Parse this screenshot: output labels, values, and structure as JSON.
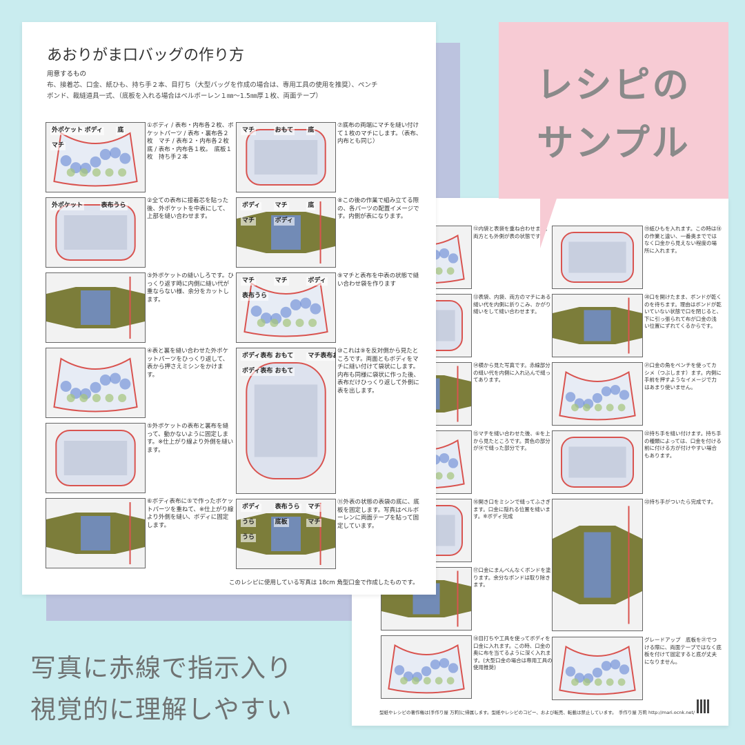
{
  "front": {
    "title": "あおりがま口バッグの作り方",
    "materials_heading": "用意するもの",
    "materials_line1": "布、接着芯、口金、紙ひも、持ち手２本、目打ち（大型バッグを作成の場合は、専用工具の使用を推奨）、ペンチ",
    "materials_line2": "ボンド、裁縫道具一式、（底板を入れる場合はベルボーレン１㎜～1.5㎜厚１枚、両面テープ）",
    "steps_left": [
      {
        "text": "①ボディ / 表布・内布各２枚、ポケットパーツ / 表布・裏布各２枚　マチ / 表布２・内布各２枚　底 / 表布・内布各１枚。　底板１枚　持ち手２本",
        "labels": [
          "外ポケット",
          "ボディ",
          "底",
          "マチ"
        ]
      },
      {
        "text": "②全ての表布に接着芯を貼った後、外ポケットを中表にして、上部を縫い合わせます。",
        "labels": [
          "外ポケット",
          "表布うら"
        ]
      },
      {
        "text": "③外ポケットの縫いしろです。ひっくり返す時に内側に縫い代が重ならない様、余分をカットします。",
        "labels": []
      },
      {
        "text": "④表と裏を縫い合わせた外ポケットパーツをひっくり返して、表から押さえミシンをかけます。",
        "labels": []
      },
      {
        "text": "⑤外ポケットの表布と裏布を縫って、動かないように固定します。※仕上がり線より外側を縫います。",
        "labels": []
      },
      {
        "text": "⑥ボディ表布に⑤で作ったポケットパーツを重ねて、※仕上がり線より外側を縫い、ボディに固定します。",
        "labels": []
      }
    ],
    "steps_right": [
      {
        "text": "⑦底布の両端にマチを縫い付けて１枚のマチにします。（表布、内布とも同じ）",
        "labels": [
          "マチ",
          "おもて",
          "底"
        ]
      },
      {
        "text": "⑧この後の作業で組み立てる際の、各パーツの配置イメージです。内側が表になります。",
        "labels": [
          "ボディ",
          "マチ",
          "底",
          "マチ",
          "ボディ"
        ]
      },
      {
        "text": "⑨マチと表布を中表の状態で縫い合わせ袋を作ります",
        "labels": [
          "マチ",
          "マチ",
          "ボディ",
          "表布うら"
        ]
      },
      {
        "text": "⑩これは⑨を反対側から見たところです。両面ともボディをマチに縫い付けて袋状にします。内布も同様に袋状に作った後、表布だけひっくり返して外側に表を出します。",
        "labels": [
          "ボディ表布",
          "おもて",
          "マチ表布おもて",
          "ボディ表布",
          "おもて"
        ]
      },
      {
        "text": "⑪外表の状態の表袋の底に、底板を固定します。写真はベルボーレンに両面テープを貼って固定しています。",
        "labels": [
          "ボディ",
          "表布うら",
          "マチ",
          "うら",
          "底板",
          "マチ",
          "うら"
        ]
      }
    ],
    "footer": "このレシピに使用している写真は 18cm 角型口金で作成したものです。"
  },
  "back": {
    "steps_left": [
      {
        "text": "⑫内袋と表袋を重ね合わせます。両方とも外側が表の状態です。"
      },
      {
        "text": "⑬表袋、内袋、両方のマチにある縫い代を内側に折りこみ、かがり縫いをして縫い合わせます。"
      },
      {
        "text": "⑭横から見た写真です。赤線部分の縫い代を内側に入れ込んで縫ってあります。"
      },
      {
        "text": "⑮マチを縫い合わせた後、⑥を上から見たところです。黄色の部分が⑭で縫った部分です。"
      },
      {
        "text": "⑯開き口をミシンで縫ってふさぎます。口金に隠れる位置を縫います。※ボディ完成"
      },
      {
        "text": "⑰口金にまんべんなくボンドを塗ります。余分なボンドは取り除きます。"
      },
      {
        "text": "⑱目打ちや工具を使ってボディを口金に入れます。この時、口金の奥に布を当てるように深く入れます。(大型口金の場合は専用工具の使用推奨)"
      }
    ],
    "steps_right": [
      {
        "text": "⑲紙ひもを入れます。この時は⑱の作業と違い、一番奥までではなく口金から見えない程度の場所に入れます。"
      },
      {
        "text": "⑳口を開けたまま、ボンドが乾くのを待ちます。理由はボンドが乾いていない状態で口を閉じると、下に引っ張られて布が口金の浅い位置にずれてくるからです。"
      },
      {
        "text": "㉑口金の角をペンチを使ってカシメ（つぶします）ます。内側に手前を押すようなイメージで力はあまり使いません。"
      },
      {
        "text": "㉒持ち手を縫い付けます。持ち手の種類によっては、口金を付ける前に付ける方が付けやすい場合もあります。"
      },
      {
        "text": "㉓持ち手がついたら完成です。"
      },
      {
        "text": "グレードアップ　底板を㉑でつける際に、両面テープではなく底板を付けて固定すると底が丈夫になりません。"
      }
    ],
    "footer": "型紙やレシピの著作権は[手作り屋 万莉]に帰属します。型紙やレシピのコピー、および転売、転載は禁止しています。　手作り屋 万莉 http://mari.ocnk.net/"
  },
  "badge": {
    "line1": "レシピの",
    "line2": "サンプル"
  },
  "caption": {
    "line1": "写真に赤線で指示入り",
    "line2": "視覚的に理解しやすい"
  },
  "colors": {
    "background": "#c9ecef",
    "badge": "#f7cbd4",
    "accent_red": "#d9534f",
    "fabric_blue": "#6f8fd6",
    "fabric_green": "#a4c47a",
    "text_gray": "#6f7272"
  }
}
